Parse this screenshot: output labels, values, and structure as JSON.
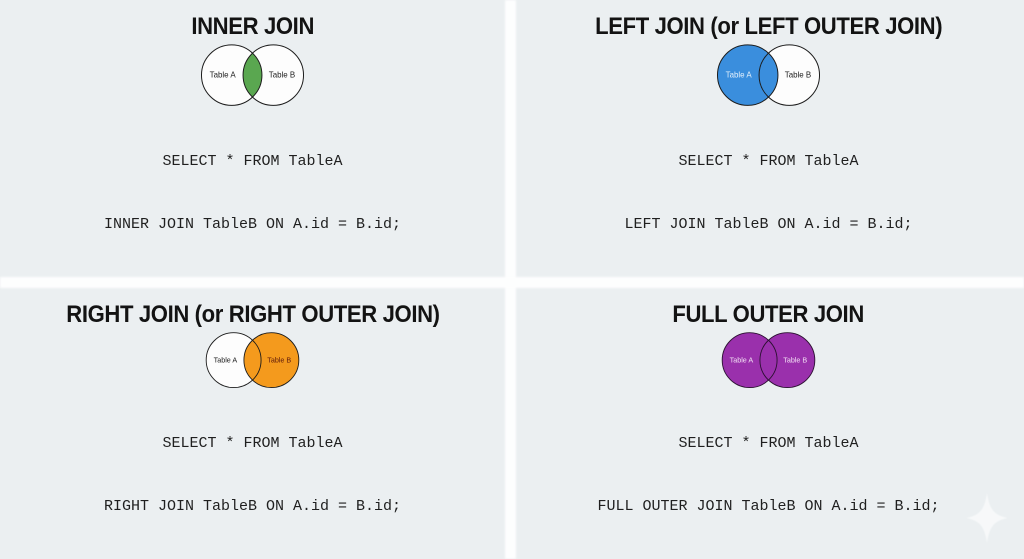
{
  "page": {
    "background": "#ebeff1",
    "divider_color": "#fdfefe"
  },
  "watermark": {
    "icon": "sparkle-icon",
    "color": "#ffffff"
  },
  "quadrants": [
    {
      "title": "INNER JOIN",
      "venn": {
        "a_label": "Table A",
        "b_label": "Table B",
        "a_fill": "#fdfdfd",
        "b_fill": "#fdfdfd",
        "lens_fill": "#5aa750",
        "a_text_color": "#1c1c1c",
        "b_text_color": "#1c1c1c",
        "stroke": "#1b1b1b"
      },
      "sql": [
        "SELECT * FROM TableA",
        "INNER JOIN TableB ON A.id = B.id;"
      ]
    },
    {
      "title": "LEFT JOIN (or LEFT OUTER JOIN)",
      "venn": {
        "a_label": "Table A",
        "b_label": "Table B",
        "a_fill": "#3a8edd",
        "b_fill": "#fdfdfd",
        "lens_fill": "#3a8edd",
        "a_text_color": "#e4f1fc",
        "b_text_color": "#1c1c1c",
        "stroke": "#1b1b1b"
      },
      "sql": [
        "SELECT * FROM TableA",
        "LEFT JOIN TableB ON A.id = B.id;"
      ]
    },
    {
      "title": "RIGHT JOIN (or RIGHT OUTER JOIN)",
      "venn": {
        "a_label": "Table A",
        "b_label": "Table B",
        "a_fill": "#fdfdfd",
        "b_fill": "#f49a1d",
        "lens_fill": "#f49a1d",
        "a_text_color": "#1c1c1c",
        "b_text_color": "#5e1a0c",
        "stroke": "#1b1b1b"
      },
      "sql": [
        "SELECT * FROM TableA",
        "RIGHT JOIN TableB ON A.id = B.id;"
      ]
    },
    {
      "title": "FULL OUTER JOIN",
      "venn": {
        "a_label": "Table A",
        "b_label": "Table B",
        "a_fill": "#9a30ac",
        "b_fill": "#9a30ac",
        "lens_fill": "#9a30ac",
        "a_text_color": "#f2dff4",
        "b_text_color": "#f2dff4",
        "stroke": "#2a1030"
      },
      "sql": [
        "SELECT * FROM TableA",
        "FULL OUTER JOIN TableB ON A.id = B.id;"
      ]
    }
  ]
}
